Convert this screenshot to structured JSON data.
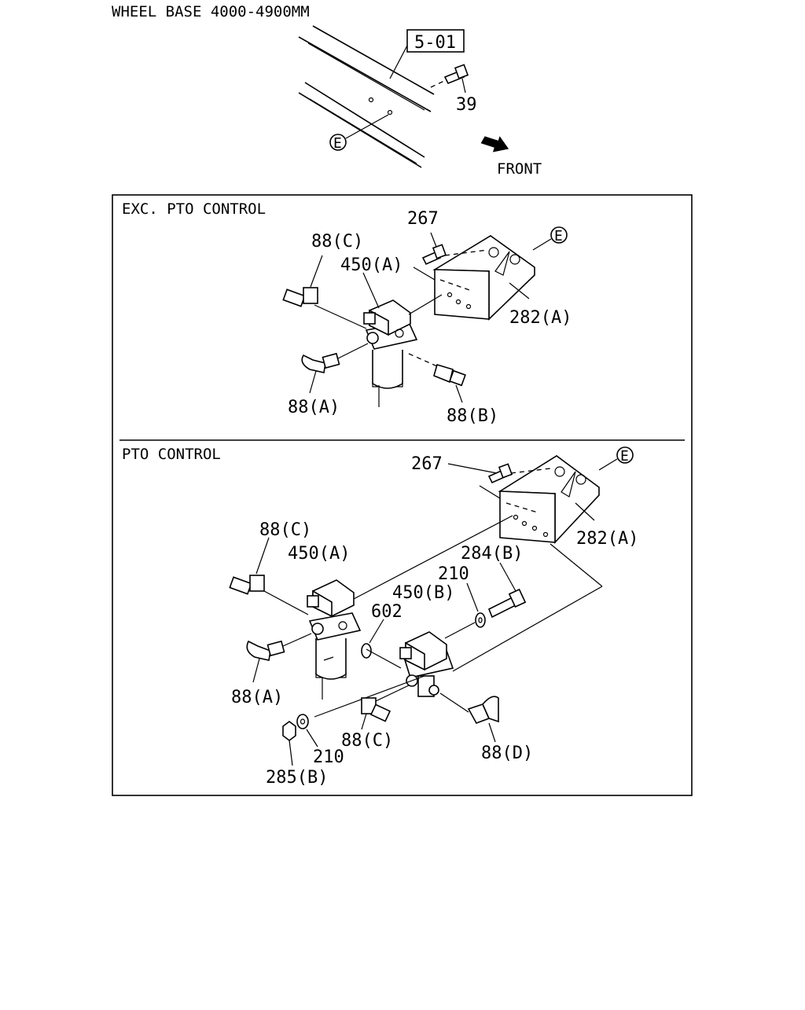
{
  "header": {
    "wheel_base": "WHEEL BASE 4000-4900MM",
    "ref_box": "5-01",
    "front": "FRONT",
    "bolt_39": "39",
    "circle_e": "E"
  },
  "panel_exc": {
    "title": "EXC. PTO CONTROL",
    "labels": {
      "p267": "267",
      "p88c": "88(C)",
      "p450a": "450(A)",
      "p282a": "282(A)",
      "p88a": "88(A)",
      "p88b": "88(B)",
      "e": "E"
    }
  },
  "panel_pto": {
    "title": "PTO CONTROL",
    "labels": {
      "p267": "267",
      "e": "E",
      "p88c_top": "88(C)",
      "p450a": "450(A)",
      "p282a": "282(A)",
      "p284b": "284(B)",
      "p210_top": "210",
      "p450b": "450(B)",
      "p602": "602",
      "p88a": "88(A)",
      "p88c_bottom": "88(C)",
      "p88d": "88(D)",
      "p210_bottom": "210",
      "p285b": "285(B)"
    }
  }
}
